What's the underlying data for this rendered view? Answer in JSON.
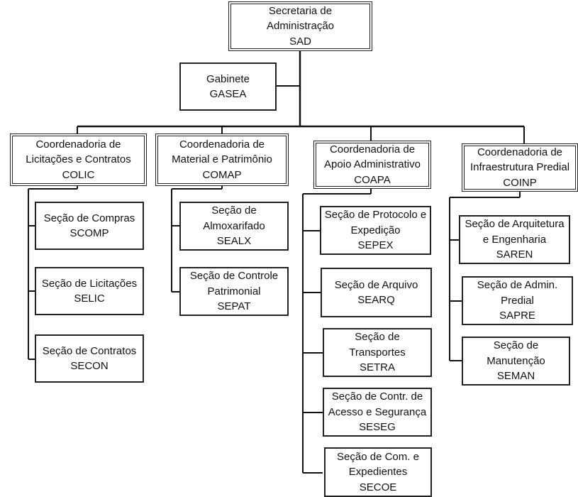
{
  "title": "Organograma - Secretaria de Administração",
  "root": {
    "lines": [
      "Secretaria de",
      "Administração",
      "SAD"
    ]
  },
  "gabinete": {
    "lines": [
      "Gabinete",
      "GASEA"
    ]
  },
  "coordenadorias": [
    {
      "lines": [
        "Coordenadoria de",
        "Licitações e Contratos",
        "COLIC"
      ],
      "secoes": [
        {
          "lines": [
            "Seção de Compras",
            "SCOMP"
          ]
        },
        {
          "lines": [
            "Seção de Licitações",
            "SELIC"
          ]
        },
        {
          "lines": [
            "Seção de Contratos",
            "SECON"
          ]
        }
      ]
    },
    {
      "lines": [
        "Coordenadoria de",
        "Material e Patrimônio",
        "COMAP"
      ],
      "secoes": [
        {
          "lines": [
            "Seção de",
            "Almoxarifado",
            "SEALX"
          ]
        },
        {
          "lines": [
            "Seção de Controle",
            "Patrimonial",
            "SEPAT"
          ]
        }
      ]
    },
    {
      "lines": [
        "Coordenadoria de",
        "Apoio Administrativo",
        "COAPA"
      ],
      "secoes": [
        {
          "lines": [
            "Seção de Protocolo e",
            "Expedição",
            "SEPEX"
          ]
        },
        {
          "lines": [
            "Seção de Arquivo",
            "SEARQ"
          ]
        },
        {
          "lines": [
            "Seção de",
            "Transportes",
            "SETRA"
          ]
        },
        {
          "lines": [
            "Seção de Contr. de",
            "Acesso e Segurança",
            "SESEG"
          ]
        },
        {
          "lines": [
            "Seção de Com. e",
            "Expedientes",
            "SECOE"
          ]
        }
      ]
    },
    {
      "lines": [
        "Coordenadoria de",
        "Infraestrutura Predial",
        "COINP"
      ],
      "secoes": [
        {
          "lines": [
            "Seção de Arquitetura",
            "e Engenharia",
            "SAREN"
          ]
        },
        {
          "lines": [
            "Seção de Admin.",
            "Predial",
            "SAPRE"
          ]
        },
        {
          "lines": [
            "Seção de",
            "Manutenção",
            "SEMAN"
          ]
        }
      ]
    }
  ]
}
